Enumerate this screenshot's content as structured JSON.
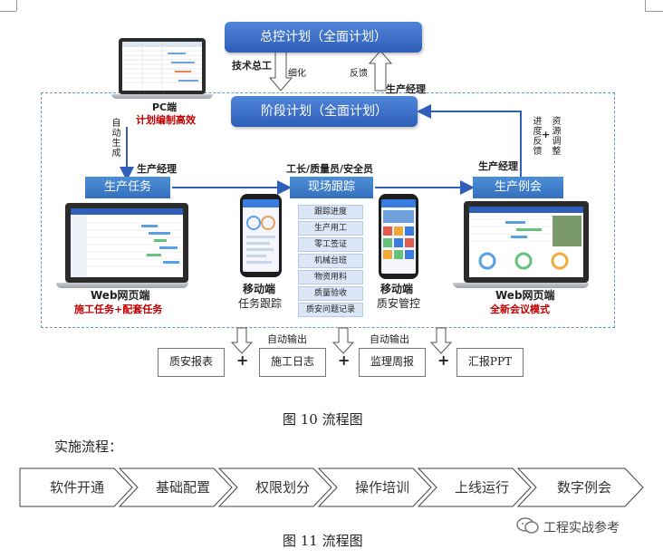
{
  "top_box": "总控计划（全面计划）",
  "mid_box": "阶段计划（全面计划）",
  "tech_lead": "技术总工",
  "refine": "细化",
  "feedback": "反馈",
  "prod_manager_top": "生产经理",
  "pc_label": "PC端",
  "pc_note": "计划编制高效",
  "auto_gen": "自动生成",
  "prod_manager_left": "生产经理",
  "prod_task": "生产任务",
  "foreman": "工长/质量员/安全员",
  "site_track": "现场跟踪",
  "prod_manager_right": "生产经理",
  "prod_meeting": "生产例会",
  "progress_feedback": "进度反馈",
  "resource_adjust": "资源调整",
  "track_items": [
    "跟踪进度",
    "生产用工",
    "零工签证",
    "机械台班",
    "物资用料",
    "质量验收",
    "质安问题记录"
  ],
  "mobile_left_title": "移动端",
  "mobile_left_sub": "任务跟踪",
  "mobile_right_title": "移动端",
  "mobile_right_sub": "质安管控",
  "web_left_title": "Web网页端",
  "web_left_sub": "施工任务+配套任务",
  "web_right_title": "Web网页端",
  "web_right_sub": "全新会议模式",
  "auto_output_1": "自动输出",
  "auto_output_2": "自动输出",
  "docs": [
    "质安报表",
    "施工日志",
    "监理周报",
    "汇报PPT"
  ],
  "plus": "+",
  "fig10": "图  10 流程图",
  "impl_title": "实施流程：",
  "steps": [
    "软件开通",
    "基础配置",
    "权限划分",
    "操作培训",
    "上线运行",
    "数字例会"
  ],
  "fig11": "图  11 流程图",
  "watermark": "工程实战参考",
  "colors": {
    "blue": "#2f5fb8",
    "light_blue": "#5b9bd5",
    "red": "#c00000"
  }
}
